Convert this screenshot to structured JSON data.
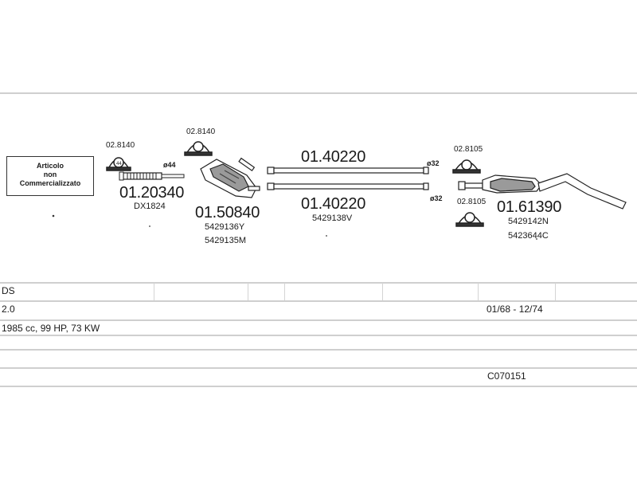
{
  "note": {
    "line1": "Articolo",
    "line2": "non",
    "line3": "Commercializzato"
  },
  "parts": {
    "clamp_left": "02.8140",
    "pipe_front": "01.20340",
    "pipe_front_ref": "DX1824",
    "pipe_front_diameter": "ø44",
    "clamp_cat": "02.8140",
    "catalyst": "01.50840",
    "catalyst_ref1": "5429136Y",
    "catalyst_ref2": "5429135M",
    "mid_pipe_top": "01.40220",
    "mid_pipe_top_diameter": "ø32",
    "mid_pipe_bottom": "01.40220",
    "mid_pipe_bottom_ref": "5429138V",
    "mid_pipe_bottom_diameter": "ø32",
    "clamp_rear_top": "02.8105",
    "clamp_rear_bottom": "02.8105",
    "rear_muffler": "01.61390",
    "rear_muffler_ref1": "5429142N",
    "rear_muffler_ref2": "5423644C"
  },
  "table": {
    "model": "DS",
    "engine": "2.0",
    "years": "01/68 - 12/74",
    "specs": "1985 cc, 99 HP, 73 KW",
    "kit_code": "C070151"
  }
}
